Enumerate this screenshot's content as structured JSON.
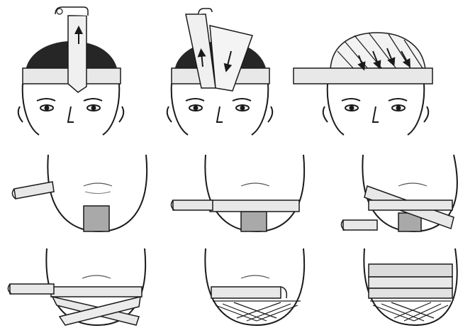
{
  "figure": {
    "rows": [
      {
        "kind": "head-bandage",
        "panels": [
          {
            "step": 1,
            "arrow_directions": [
              "up"
            ]
          },
          {
            "step": 2,
            "arrow_directions": [
              "up",
              "down"
            ]
          },
          {
            "step": 3,
            "arrow_directions": [
              "down",
              "down",
              "down",
              "down"
            ]
          }
        ]
      },
      {
        "kind": "finger-stump-bandage",
        "panels": [
          {
            "step": 1
          },
          {
            "step": 2
          },
          {
            "step": 3
          }
        ]
      },
      {
        "kind": "finger-stump-bandage",
        "panels": [
          {
            "step": 4
          },
          {
            "step": 5
          },
          {
            "step": 6
          }
        ]
      }
    ]
  },
  "colors": {
    "ink": "#1a1a1a",
    "bandage": "#e8e8e8",
    "bandage_shade": "#b9b9b9",
    "hair": "#262626",
    "pad": "#a9a9a9",
    "skin": "#ffffff"
  },
  "icons": [
    "roll-end",
    "arrow-up",
    "arrow-down",
    "face",
    "hair",
    "finger-stump",
    "gauze-pad"
  ]
}
